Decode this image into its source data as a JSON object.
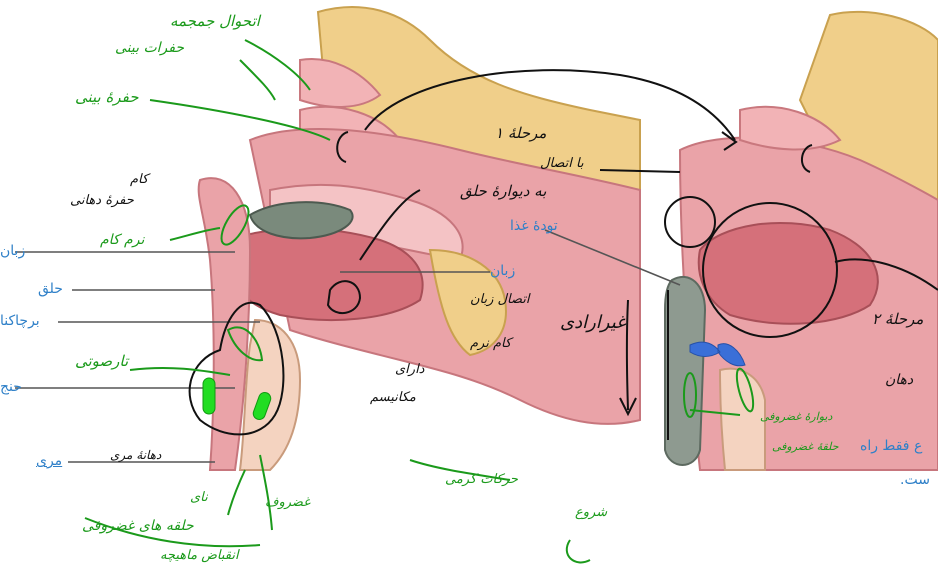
{
  "printed_labels": {
    "food_bolus": "تودهٔ غذا",
    "tongue_left": "زبان",
    "tongue_mid": "زبان",
    "pharynx": "حلق",
    "flap": "برچاکنا",
    "larynx": "حنج",
    "esophagus": "مری",
    "caption_line1": "ع فقط راه",
    "caption_line2": "ست."
  },
  "handwritten": {
    "green": {
      "conchae": "اتحوال جمجمه",
      "nasal_cavities": "حفرات بینی",
      "nasal_cavity": "حفرهٔ بینی",
      "soft_palate": "نرم کام",
      "vocal_cords": "تارصوتی",
      "trachea": "نای",
      "cartilage": "غضروف",
      "trachea_rings": "حلقه های غضروفی",
      "bottom_note": "انقباض ماهیچه",
      "mid_note_1": "حرکات کرمی",
      "mid_note_2": "شروع",
      "cartilage_wall": "دیوارهٔ غضروفی",
      "tracheal_ring": "حلقهٔ غضروفی"
    },
    "black": {
      "hard_palate": "کام",
      "mouth_cavity": "حفرهٔ دهانی",
      "attach_1": "اتصال زبان",
      "soft_palate2": "کام نرم",
      "bolus_note_1": "دارای",
      "bolus_note_2": "مکانیسم",
      "step1": "مرحلهٔ ۱",
      "step1_note": "با اتصال",
      "step1_note2": "به دیوارهٔ حلق",
      "involuntary": "غیرارادی",
      "step2": "مرحلهٔ ۲",
      "mouth_note": "دهان",
      "esophagus_note": "دهانهٔ مری"
    }
  },
  "colors": {
    "ink_green": "#1b9a1b",
    "ink_black": "#111111",
    "label_blue": "#2f80c8",
    "epiglottis_blue": "#3a6fd8",
    "bright_green": "#22dd22",
    "tissue_pink": "#e8a3a8",
    "muscle_red": "#d5707a",
    "bone_yellow": "#f0cf8a"
  }
}
